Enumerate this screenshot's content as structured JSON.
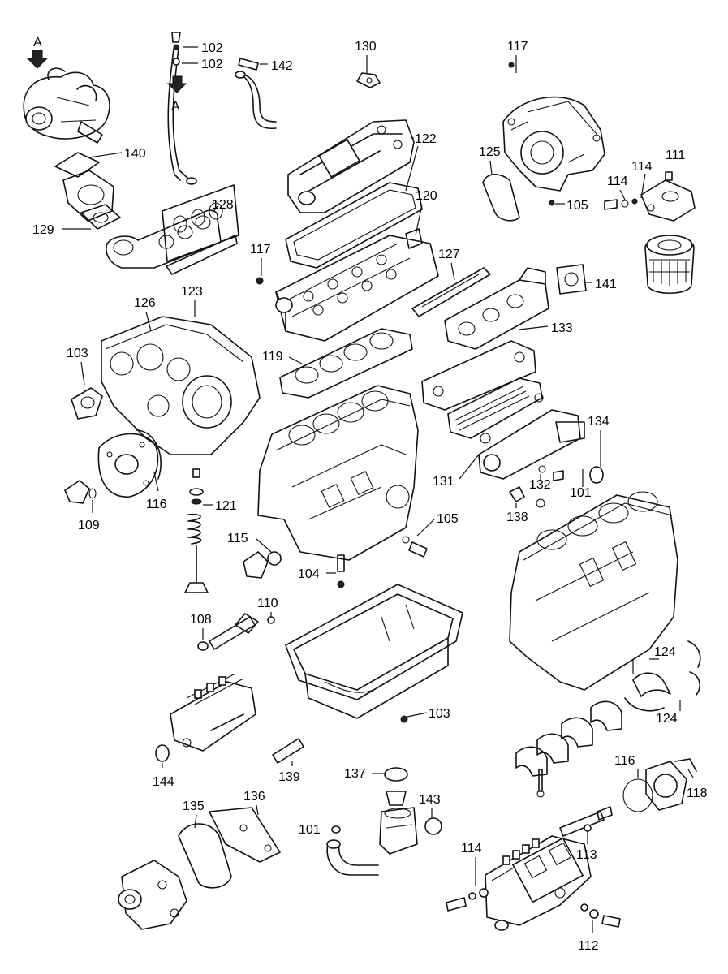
{
  "labels": {
    "A_top": "A",
    "A_mid": "A",
    "l102a": "102",
    "l102b": "102",
    "l142": "142",
    "l130": "130",
    "l117a": "117",
    "l122": "122",
    "l140": "140",
    "l128": "128",
    "l129": "129",
    "l125": "125",
    "l114a": "114",
    "l114b": "114",
    "l111": "111",
    "l105a": "105",
    "l120": "120",
    "l117b": "117",
    "l127": "127",
    "l141": "141",
    "l126": "126",
    "l123": "123",
    "l133": "133",
    "l103a": "103",
    "l119": "119",
    "l134": "134",
    "l131": "131",
    "l132": "132",
    "l101a": "101",
    "l138": "138",
    "l116a": "116",
    "l121": "121",
    "l109": "109",
    "l105b": "105",
    "l115": "115",
    "l104": "104",
    "l110": "110",
    "l108": "108",
    "l124a": "124",
    "l124b": "124",
    "l103b": "103",
    "l144": "144",
    "l139": "139",
    "l137": "137",
    "l143": "143",
    "l116b": "116",
    "l118": "118",
    "l135": "135",
    "l136": "136",
    "l101b": "101",
    "l114c": "114",
    "l113": "113",
    "l112": "112"
  }
}
